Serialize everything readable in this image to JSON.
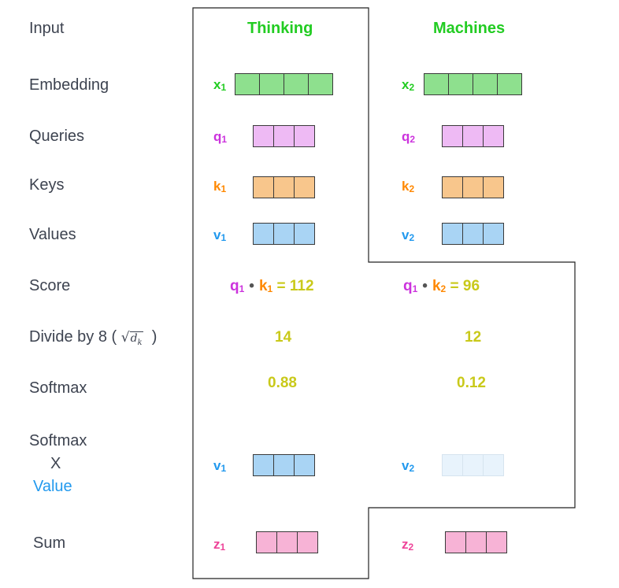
{
  "colors": {
    "embedding": "#8ee08e",
    "query": "#eebaf4",
    "key": "#f8c68c",
    "value": "#a9d4f4",
    "value_faded": "#e8f3fc",
    "sum": "#f7b3d6",
    "q_text": "#cc33dd",
    "k_text": "#ff8800",
    "v_text": "#2299ee",
    "x_text": "#22cc22",
    "z_text": "#ee4499",
    "number": "#c9c91a",
    "value_label": "#2299ee"
  },
  "rows": {
    "input": "Input",
    "embedding": "Embedding",
    "queries": "Queries",
    "keys": "Keys",
    "values": "Values",
    "score": "Score",
    "divide": "Divide by 8 (",
    "divide_close": ")",
    "sqrt_symbol": "√",
    "dk_base": "d",
    "dk_sub": "k",
    "softmax": "Softmax",
    "softmax_value_line1": "Softmax",
    "softmax_value_line2": "X",
    "softmax_value_line3": "Value",
    "sum": "Sum"
  },
  "words": [
    "Thinking",
    "Machines"
  ],
  "symbols": {
    "x": "x",
    "q": "q",
    "k": "k",
    "v": "v",
    "z": "z",
    "sub1": "1",
    "sub2": "2"
  },
  "scores": {
    "dot": "•",
    "eq": "=",
    "s1": "112",
    "s2": "96",
    "div1": "14",
    "div2": "12",
    "soft1": "0.88",
    "soft2": "0.12"
  }
}
